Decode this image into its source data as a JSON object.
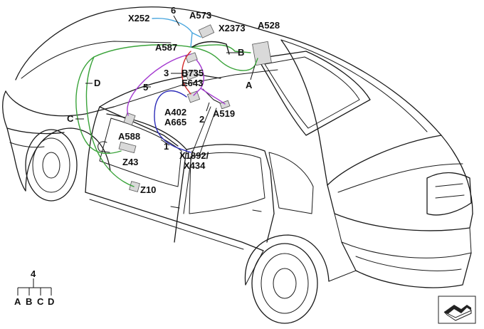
{
  "colors": {
    "green": "#3aa33a",
    "blue": "#2b2bb8",
    "purple": "#a43ad0",
    "red": "#d42a2a",
    "light_blue": "#4aa6de",
    "ink": "#1a1a1a",
    "module_fill": "#d9d9d9"
  },
  "labels": {
    "x252": "X252",
    "n6": "6",
    "a573": "A573",
    "x2373": "X2373",
    "a528": "A528",
    "a587": "A587",
    "b": "B",
    "d": "D",
    "n3": "3",
    "b735": "B735",
    "e643": "E643",
    "a": "A",
    "n5": "5",
    "c": "C",
    "a402": "A402",
    "a665": "A665",
    "n2": "2",
    "a519": "A519",
    "a588": "A588",
    "n1": "1",
    "x1892": "X1892/",
    "x434": "X434",
    "z43": "Z43",
    "z10": "Z10"
  },
  "legend": {
    "root": "4",
    "branches": [
      "A",
      "B",
      "C",
      "D"
    ]
  },
  "icons": {
    "corner": "view-orientation-icon"
  }
}
